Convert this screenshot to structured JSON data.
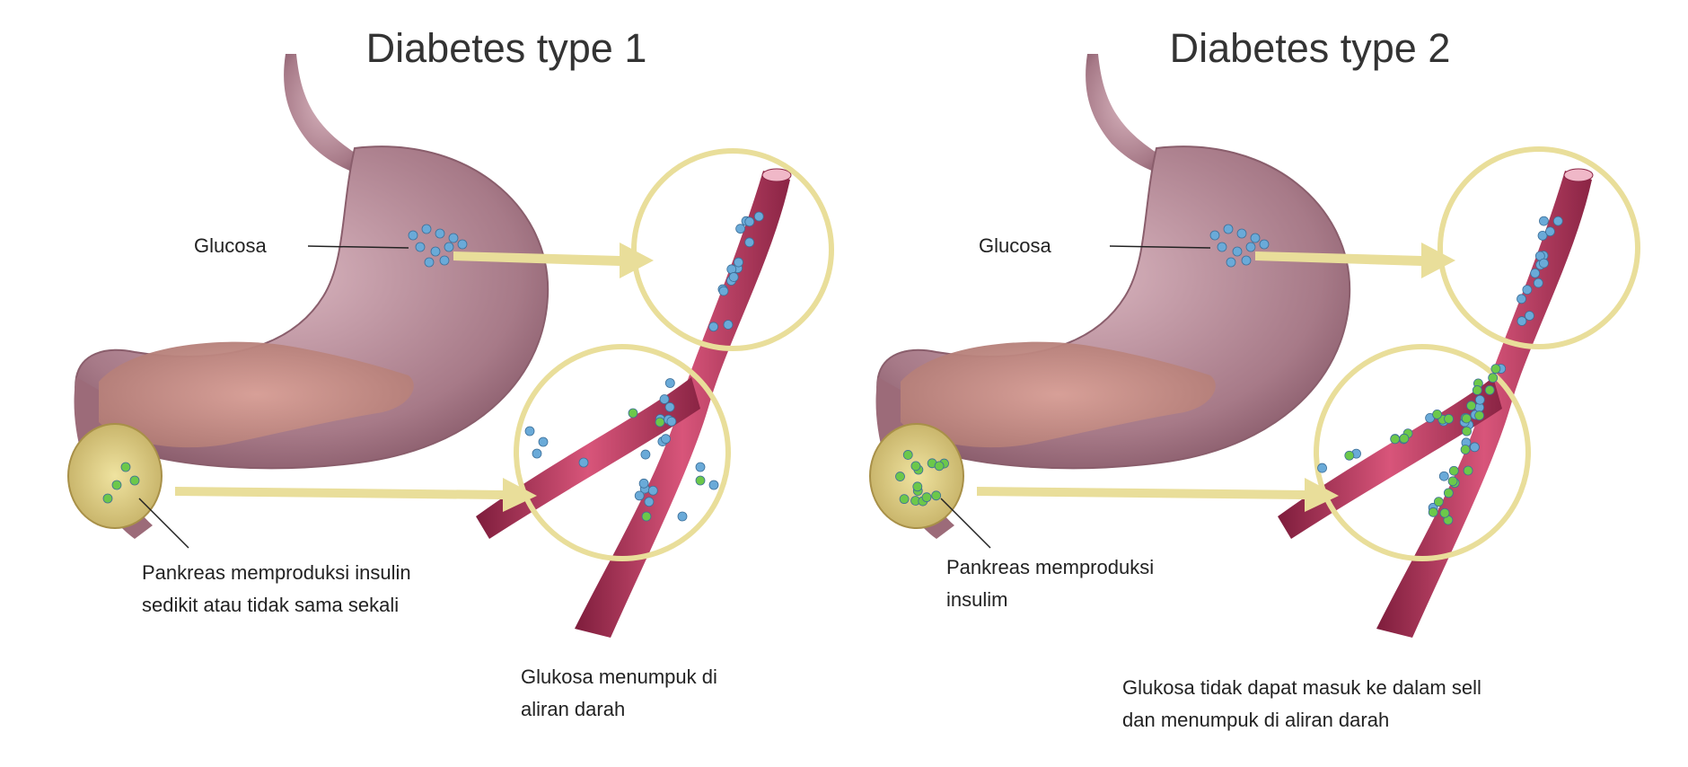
{
  "panels": [
    {
      "title": "Diabetes type 1",
      "glucose_label": "Glucosa",
      "pancreas_line1": "Pankreas memproduksi insulin",
      "pancreas_line2": "sedikit atau tidak sama sekali",
      "blood_line1": "Glukosa menumpuk di",
      "blood_line2": "aliran darah"
    },
    {
      "title": "Diabetes type 2",
      "glucose_label": "Glucosa",
      "pancreas_line1": "Pankreas memproduksi",
      "pancreas_line2": "insulim",
      "blood_line1": "Glukosa tidak dapat masuk ke dalam sell",
      "blood_line2": "dan menumpuk di aliran darah"
    }
  ],
  "colors": {
    "stomach": "#b88a98",
    "pancreas": "#c98f86",
    "vessel": "#c0385e",
    "highlight": "#e9de9a",
    "glucose": "#6aaad8",
    "insulin": "#6cc84a"
  }
}
